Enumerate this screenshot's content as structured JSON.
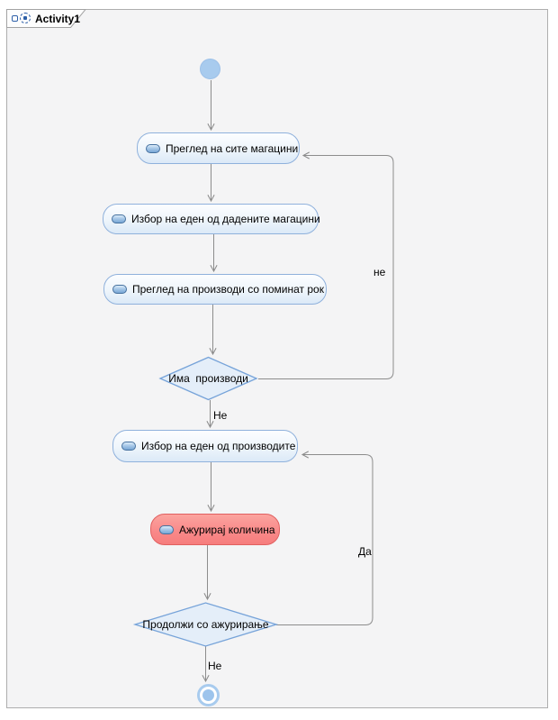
{
  "window": {
    "tab_label": "Activity1"
  },
  "diagram": {
    "action_view_all_warehouses": "Преглед на сите магацини",
    "action_select_warehouse": "Избор на еден од дадените магацини",
    "action_view_expired_products": "Преглед на производи со поминат рок",
    "decision_has_products": "Има  производи",
    "action_select_product": "Избор на еден од производите",
    "action_update_quantity": "Ажурирај количина",
    "decision_continue_updating": "Продолжи со ажурирање",
    "label_no_loop": "не",
    "label_no_after_decision1": "Не",
    "label_yes_loop": "Да",
    "label_no_after_decision2": "Не"
  },
  "colors": {
    "canvas_background": "#f4f4f5",
    "action_border": "#8fb1dc",
    "action_fill": "#dbe9f7",
    "highlight_fill": "#f98888",
    "highlight_border": "#e06060",
    "decision_fill": "#e4eef9",
    "decision_border": "#76a3d9",
    "node_blue": "#a8cbee",
    "edge_gray": "#8c8c8c"
  }
}
